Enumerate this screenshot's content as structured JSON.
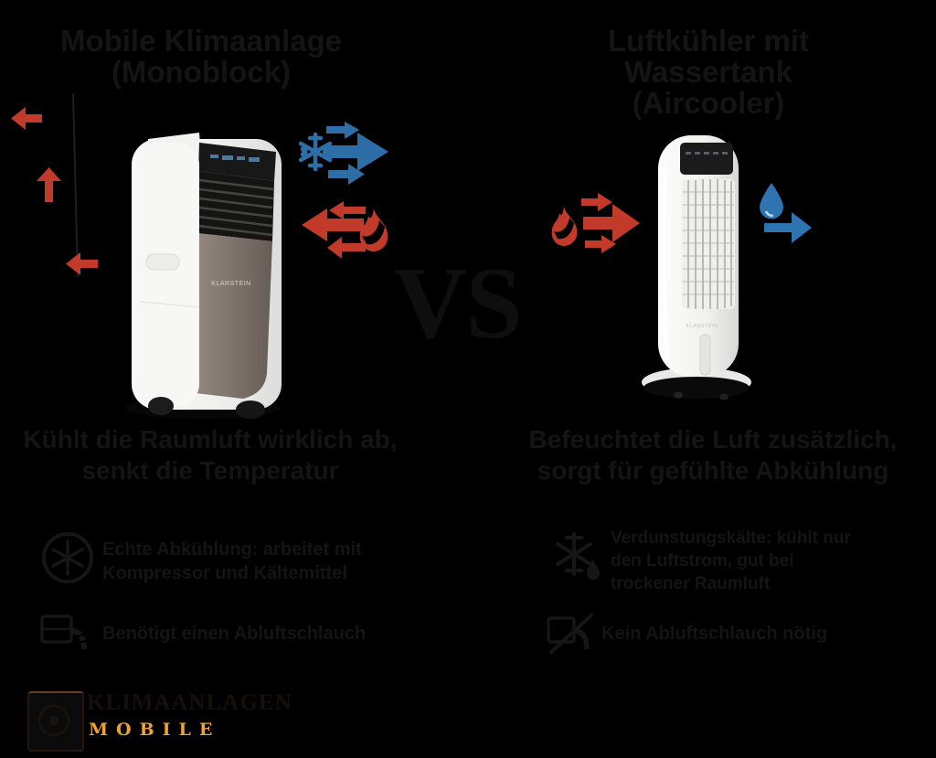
{
  "page": {
    "background": "#000000"
  },
  "colors": {
    "arrow_red": "#c23b2a",
    "arrow_blue": "#2e6ea6",
    "drop_blue": "#2d74b0",
    "logo_orange": "#f0a232",
    "text_dark": "#141414",
    "ac_panel_taupe": "#857a73",
    "product_white": "#f4f4f2"
  },
  "vs_label": "VS",
  "left_column": {
    "title_line1": "Mobile Klimaanlage",
    "title_line2": "(Monoblock)",
    "product_brand": "KLARSTEIN",
    "heading_line1": "Kühlt die Raumluft wirklich ab,",
    "heading_line2": "senkt die Temperatur",
    "bullet1_line1": "Echte Abkühlung: arbeitet mit",
    "bullet1_line2": "Kompressor und Kältemittel",
    "bullet2_line1": "Benötigt einen Abluftschlauch"
  },
  "right_column": {
    "title_line1": "Luftkühler mit Wassertank",
    "title_line2": "(Aircooler)",
    "product_brand": "KLARSTEIN",
    "heading_line1": "Befeuchtet die Luft zusätzlich,",
    "heading_line2": "sorgt für gefühlte Abkühlung",
    "bullet1_line1": "Verdunstungskälte: kühlt nur",
    "bullet1_line2": "den Luftstrom, gut bei",
    "bullet1_line3": "trockener Raumluft",
    "bullet2_line1": "Kein Abluftschlauch nötig"
  },
  "logo": {
    "brand": "KLIMAANLAGEN",
    "sub_brand": "MOBILE"
  }
}
